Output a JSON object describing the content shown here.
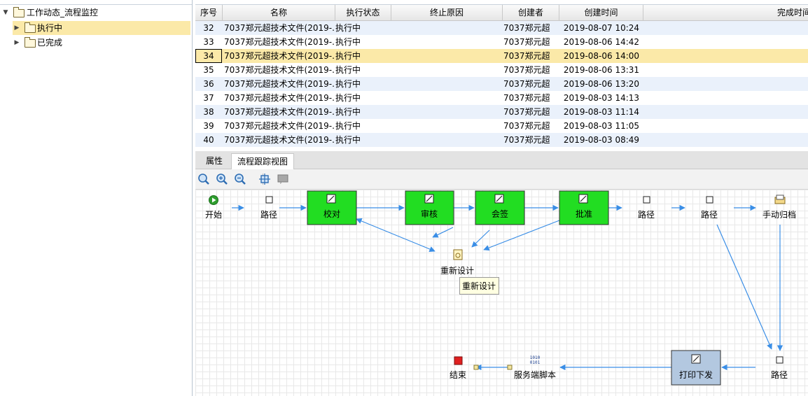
{
  "tree": {
    "root_label": "工作动态_流程监控",
    "children": [
      {
        "label": "执行中"
      },
      {
        "label": "已完成"
      }
    ]
  },
  "grid": {
    "columns": [
      "序号",
      "名称",
      "执行状态",
      "终止原因",
      "创建者",
      "创建时间",
      "完成时间"
    ],
    "rows": [
      {
        "seq": "32",
        "name": "7037郑元超技术文件(2019-...",
        "state": "执行中",
        "reason": "",
        "creator": "7037郑元超",
        "created": "2019-08-07 10:24",
        "done": ""
      },
      {
        "seq": "33",
        "name": "7037郑元超技术文件(2019-...",
        "state": "执行中",
        "reason": "",
        "creator": "7037郑元超",
        "created": "2019-08-06 14:42",
        "done": ""
      },
      {
        "seq": "34",
        "name": "7037郑元超技术文件(2019-...",
        "state": "执行中",
        "reason": "",
        "creator": "7037郑元超",
        "created": "2019-08-06 14:00",
        "done": ""
      },
      {
        "seq": "35",
        "name": "7037郑元超技术文件(2019-...",
        "state": "执行中",
        "reason": "",
        "creator": "7037郑元超",
        "created": "2019-08-06 13:31",
        "done": ""
      },
      {
        "seq": "36",
        "name": "7037郑元超技术文件(2019-...",
        "state": "执行中",
        "reason": "",
        "creator": "7037郑元超",
        "created": "2019-08-06 13:20",
        "done": ""
      },
      {
        "seq": "37",
        "name": "7037郑元超技术文件(2019-...",
        "state": "执行中",
        "reason": "",
        "creator": "7037郑元超",
        "created": "2019-08-03 14:13",
        "done": ""
      },
      {
        "seq": "38",
        "name": "7037郑元超技术文件(2019-...",
        "state": "执行中",
        "reason": "",
        "creator": "7037郑元超",
        "created": "2019-08-03 11:14",
        "done": ""
      },
      {
        "seq": "39",
        "name": "7037郑元超技术文件(2019-...",
        "state": "执行中",
        "reason": "",
        "creator": "7037郑元超",
        "created": "2019-08-03 11:05",
        "done": ""
      },
      {
        "seq": "40",
        "name": "7037郑元超技术文件(2019-...",
        "state": "执行中",
        "reason": "",
        "creator": "7037郑元超",
        "created": "2019-08-03 08:49",
        "done": ""
      }
    ]
  },
  "tabs": [
    {
      "label": "属性"
    },
    {
      "label": "流程跟踪视图"
    }
  ],
  "flow": {
    "start": "开始",
    "path": "路径",
    "proofread": "校对",
    "review": "审核",
    "countersign": "会签",
    "approve": "批准",
    "manual_archive": "手动归档",
    "redesign": "重新设计",
    "tooltip": "重新设计",
    "print_release": "打印下发",
    "server_script": "服务端脚本",
    "end": "结束",
    "server_script_glyph_top": "1010",
    "server_script_glyph_bottom": "0101"
  },
  "colors": {
    "selected_row": "#fbe9a8",
    "alt_row": "#eaf1fb",
    "done_task": "#22dd22",
    "active_task": "#b3c8e0",
    "arrow": "#3a8ee6"
  }
}
